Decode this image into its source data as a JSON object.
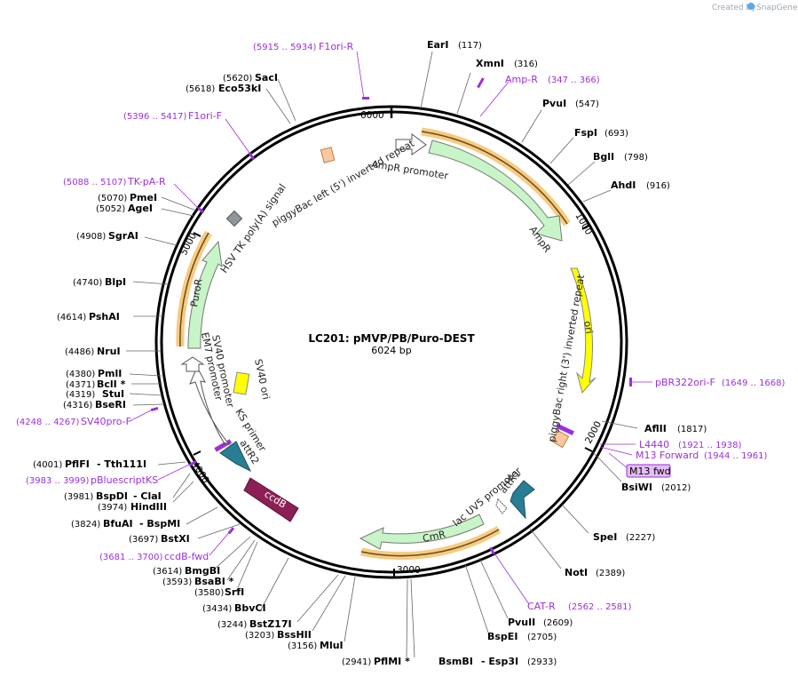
{
  "credit": {
    "created_by": "Created by",
    "app": "SnapGene"
  },
  "center": {
    "title": "LC201: pMVP/PB/Puro-DEST",
    "length": "6024 bp"
  },
  "ticks": [
    "1000",
    "2000",
    "3000",
    "4000",
    "5000",
    "6000"
  ],
  "restriction_sites": [
    {
      "name": "EarI",
      "pos": "(117)"
    },
    {
      "name": "XmnI",
      "pos": "(316)"
    },
    {
      "name": "PvuI",
      "pos": "(547)"
    },
    {
      "name": "FspI",
      "pos": "(693)"
    },
    {
      "name": "BglI",
      "pos": "(798)"
    },
    {
      "name": "AhdI",
      "pos": "(916)"
    },
    {
      "name": "AflII",
      "pos": "(1817)"
    },
    {
      "name": "BsiWI",
      "pos": "(2012)"
    },
    {
      "name": "SpeI",
      "pos": "(2227)"
    },
    {
      "name": "NotI",
      "pos": "(2389)"
    },
    {
      "name": "PvuII",
      "pos": "(2609)"
    },
    {
      "name": "BspEI",
      "pos": "(2705)"
    },
    {
      "name": "BsmBI",
      "pos": ""
    },
    {
      "name": "- Esp3I",
      "pos": "(2933)"
    },
    {
      "name": "PflMI *",
      "pos": "(2941)"
    },
    {
      "name": "MluI",
      "pos": "(3156)"
    },
    {
      "name": "BssHII",
      "pos": "(3203)"
    },
    {
      "name": "BstZ17I",
      "pos": "(3244)"
    },
    {
      "name": "BbvCI",
      "pos": "(3434)"
    },
    {
      "name": "SrfI",
      "pos": "(3580)"
    },
    {
      "name": "BsaBI *",
      "pos": "(3593)"
    },
    {
      "name": "BmgBI",
      "pos": "(3614)"
    },
    {
      "name": "BstXI",
      "pos": "(3697)"
    },
    {
      "name": "BfuAI",
      "pos": "(3824)"
    },
    {
      "name": "- BspMI",
      "pos": ""
    },
    {
      "name": "HindIII",
      "pos": "(3974)"
    },
    {
      "name": "BspDI",
      "pos": "(3981)"
    },
    {
      "name": "- ClaI",
      "pos": ""
    },
    {
      "name": "PflFI",
      "pos": "(4001)"
    },
    {
      "name": "- Tth111I",
      "pos": ""
    },
    {
      "name": "BseRI",
      "pos": "(4316)"
    },
    {
      "name": "StuI",
      "pos": "(4319)"
    },
    {
      "name": "BclI *",
      "pos": "(4371)"
    },
    {
      "name": "PmlI",
      "pos": "(4380)"
    },
    {
      "name": "NruI",
      "pos": "(4486)"
    },
    {
      "name": "PshAI",
      "pos": "(4614)"
    },
    {
      "name": "BlpI",
      "pos": "(4740)"
    },
    {
      "name": "SgrAI",
      "pos": "(4908)"
    },
    {
      "name": "AgeI",
      "pos": "(5052)"
    },
    {
      "name": "PmeI",
      "pos": "(5070)"
    },
    {
      "name": "Eco53kI",
      "pos": "(5618)"
    },
    {
      "name": "SacI",
      "pos": "(5620)"
    }
  ],
  "primers": [
    {
      "name": "F1ori-R",
      "pos": "(5915 .. 5934)"
    },
    {
      "name": "Amp-R",
      "pos": "(347 .. 366)"
    },
    {
      "name": "F1ori-F",
      "pos": "(5396 .. 5417)"
    },
    {
      "name": "TK-pA-R",
      "pos": "(5088 .. 5107)"
    },
    {
      "name": "pBR322ori-F",
      "pos": "(1649 .. 1668)"
    },
    {
      "name": "L4440",
      "pos": "(1921 .. 1938)"
    },
    {
      "name": "M13 Forward",
      "pos": "(1944 .. 1961)"
    },
    {
      "name": "M13 fwd",
      "pos": ""
    },
    {
      "name": "CAT-R",
      "pos": "(2562 .. 2581)"
    },
    {
      "name": "ccdB-fwd",
      "pos": "(3681 .. 3700)"
    },
    {
      "name": "pBluescriptKS",
      "pos": "(3983 .. 3999)"
    },
    {
      "name": "SV40pro-F",
      "pos": "(4248 .. 4267)"
    }
  ],
  "features": {
    "ampr_promoter": "AmpR promoter",
    "ampr": "AmpR",
    "ori": "ori",
    "pb_right": "piggyBac right (3') inverted repeat",
    "pb_left": "piggyBac left (5') inverted repeat",
    "attr1": "attR1",
    "lac_uv5": "lac UV5 promoter",
    "cmr": "CmR",
    "ccdb": "ccdB",
    "attr2": "attR2",
    "ks_primer": "KS primer",
    "em7": "EM7 promoter",
    "sv40_promoter": "SV40 promoter",
    "sv40_ori": "SV40 ori",
    "puror": "PuroR",
    "hsv_tk": "HSV TK poly(A) signal"
  }
}
